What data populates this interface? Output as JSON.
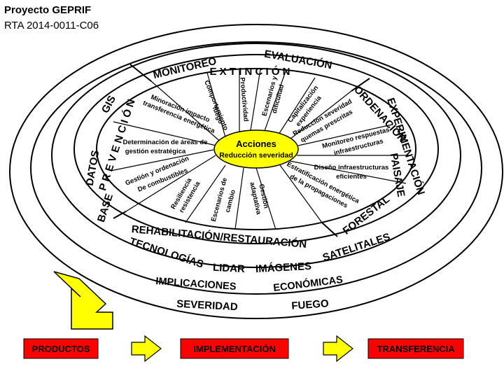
{
  "header": {
    "project": "Proyecto GEPRIF",
    "code": "RTA 2014-0011-C06"
  },
  "rings": {
    "outer_1": {
      "severidad": "SEVERIDAD",
      "fuego": "FUEGO"
    },
    "outer_2": {
      "implicaciones": "IMPLICACIONES",
      "economicas": "ECONÓMICAS"
    },
    "outer_3": {
      "base": "BASE",
      "datos": "DATOS",
      "gis": "GIS",
      "monitoreo": "MONITOREO",
      "evaluacion": "EVALUACIÓN",
      "experimentacion": "EXPERIMENTACIÓN",
      "tecnologias": "TECNOLOGÍAS",
      "lidar": "LIDAR",
      "imagenes": "IMÁGENES",
      "satelitales": "SATELITALES"
    },
    "inner": {
      "extincion": "E X T I N C I Ó N",
      "prevencion": "P R E V E N C I Ó N",
      "ordenacion": "ORDENACIÓN",
      "paisaje": "PAISAJE",
      "forestal": "FORESTAL",
      "rehabilitacion": "REHABILITACIÓN/RESTAURACIÓN"
    }
  },
  "center": {
    "title": "Acciones",
    "subtitle": "Reducción severidad",
    "fill_color": "#ffff00"
  },
  "segments": {
    "comportamiento_1": "Comportamiento",
    "comportamiento_2": "fuego",
    "productividad": "Productividad",
    "escenarios_dif_1": "Escenarios y",
    "escenarios_dif_2": "dificultad",
    "capitalizacion_1": "Capitalización",
    "capitalizacion_2": "experiencia",
    "reduccion_1": "Reducción severidad",
    "reduccion_2": "quemas prescritas",
    "monitoreo_resp_1": "Monitoreo respuestas",
    "monitoreo_resp_2": "infraestructuras",
    "diseno_1": "Diseño infraestructuras",
    "diseno_2": "eficientes",
    "estratificacion_1": "Estratificación energética",
    "estratificacion_2": "de la propagaciones",
    "gestion_adapt_1": "Gestión",
    "gestion_adapt_2": "adaptativa",
    "escenarios_cambio_1": "Escenarios de",
    "escenarios_cambio_2": "cambio",
    "resiliencia_1": "Resiliencia",
    "resiliencia_2": "resistencia",
    "gestion_ord_1": "Gestión y ordenación",
    "gestion_ord_2": "De combustibles",
    "determinacion_1": "Determinación de áreas de",
    "determinacion_2": "gestión estratégica",
    "minoracion_1": "Minoración impacto",
    "minoracion_2": "transferencia energética"
  },
  "flow": {
    "productos": "PRODUCTOS",
    "implementacion": "IMPLEMENTACIÓN",
    "transferencia": "TRANSFERENCIA",
    "box_color": "#ff0000",
    "arrow_color": "#ffff00"
  }
}
